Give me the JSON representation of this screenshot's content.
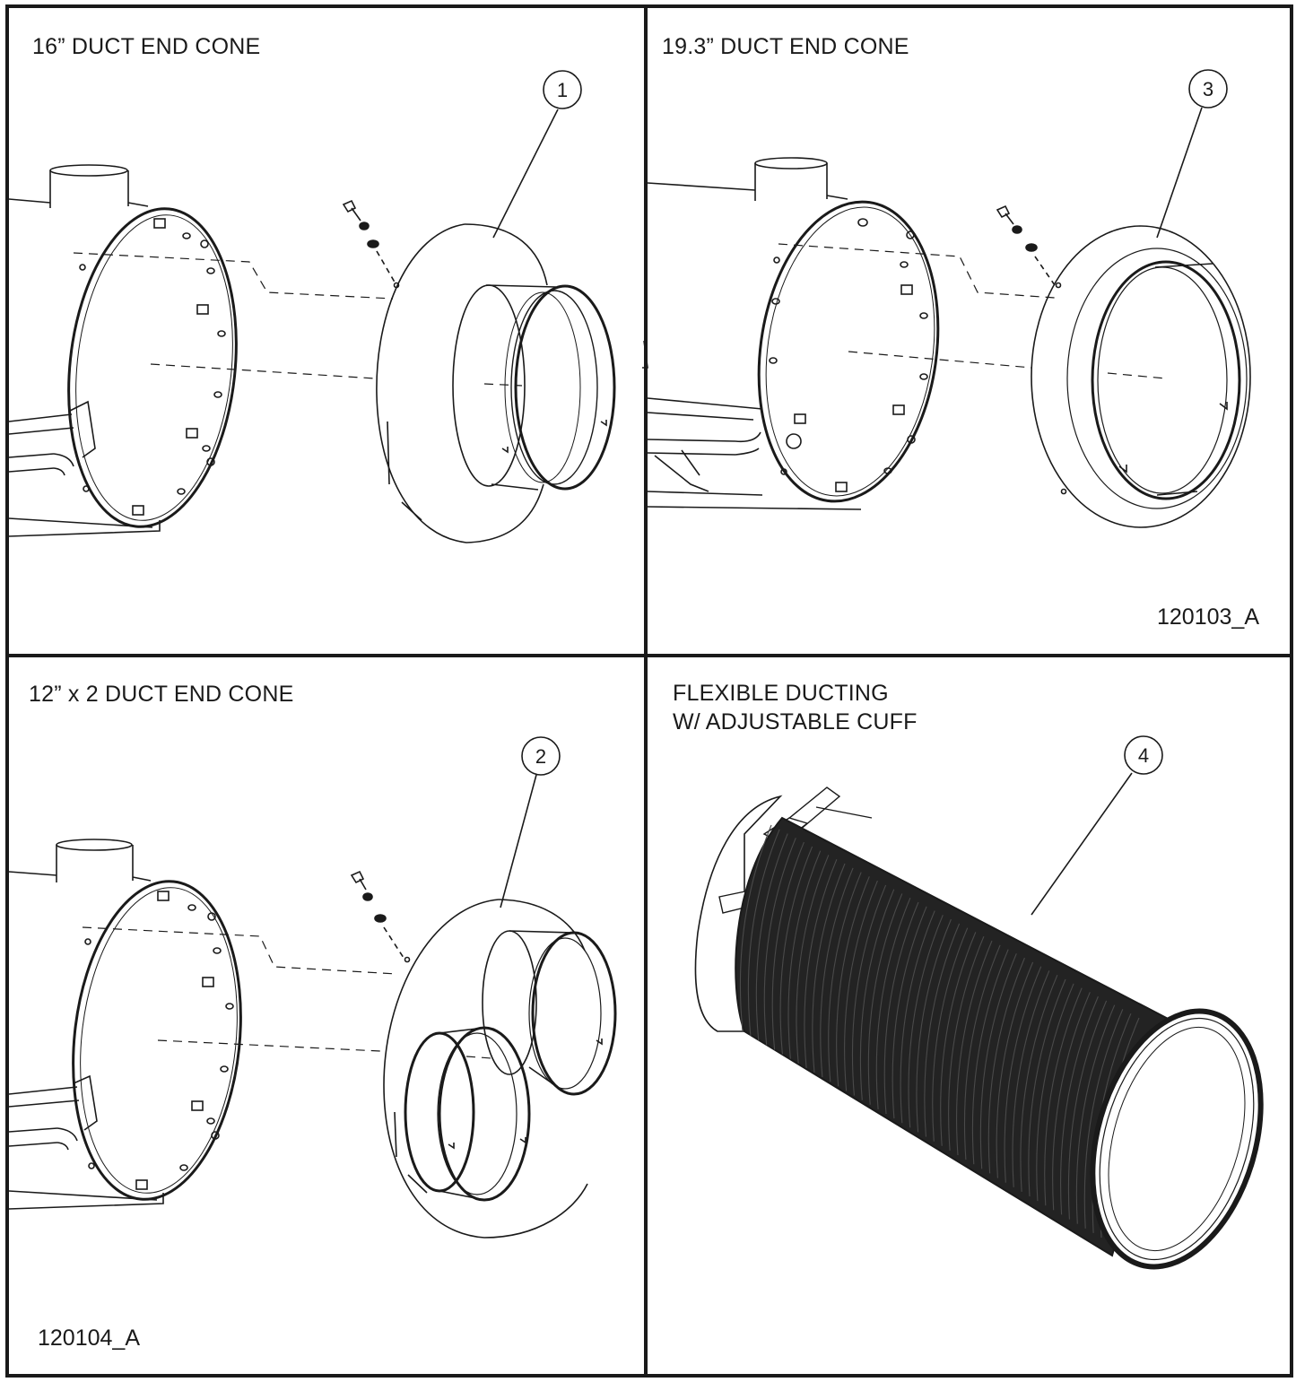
{
  "panels": [
    {
      "title": "16” DUCT END CONE",
      "callout": "1"
    },
    {
      "title": "19.3” DUCT END CONE",
      "callout": "3",
      "drawing_number": "120103_A"
    },
    {
      "title": "12” x 2 DUCT END CONE",
      "callout": "2",
      "drawing_number": "120104_A"
    },
    {
      "title_line1": "FLEXIBLE DUCTING",
      "title_line2": "W/ ADJUSTABLE CUFF",
      "callout": "4"
    }
  ],
  "colors": {
    "line": "#1a1a1a",
    "border": "#1a1a1a",
    "background": "#ffffff"
  }
}
